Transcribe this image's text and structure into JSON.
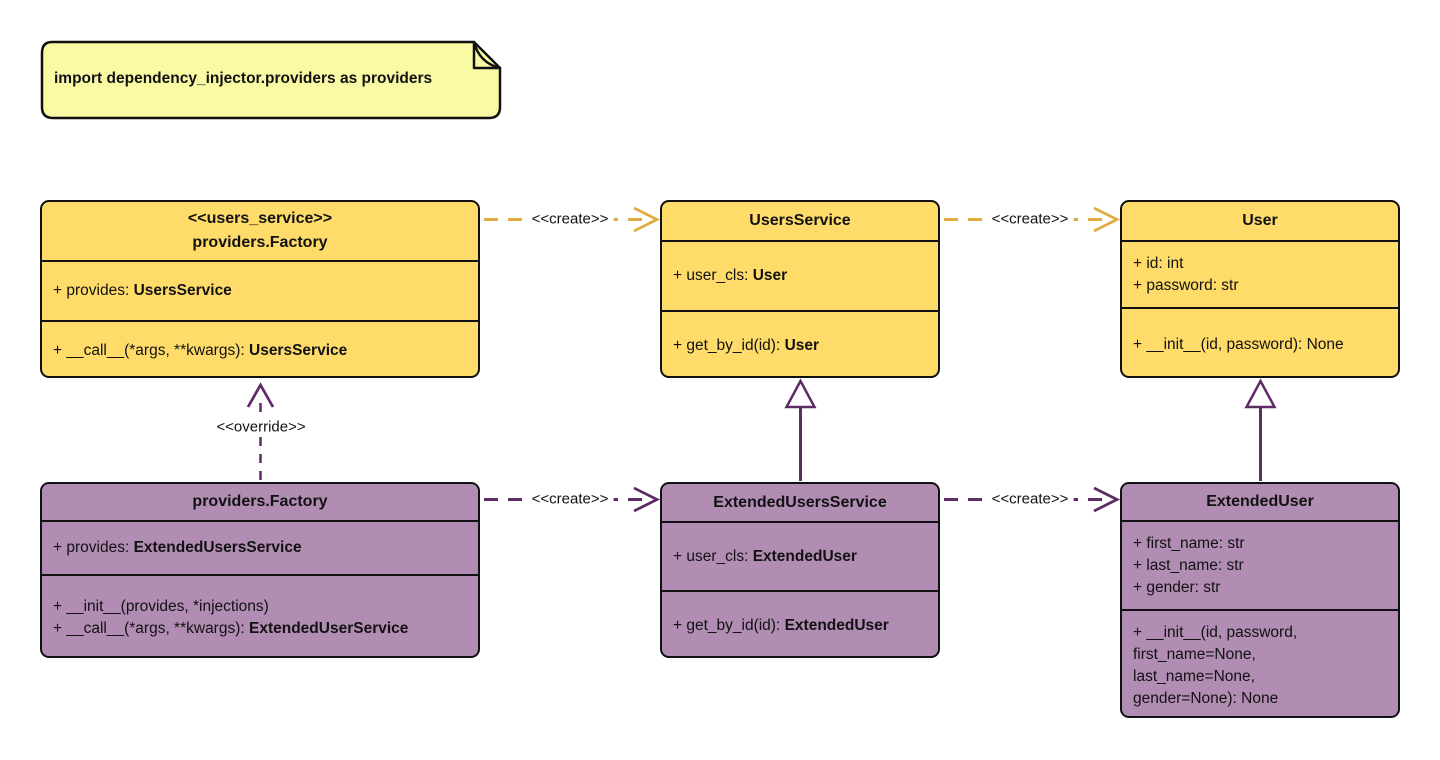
{
  "note": {
    "text": "import dependency_injector.providers as providers"
  },
  "colors": {
    "yellow_fill": "#FFDB69",
    "purple_fill": "#B18CB3",
    "note_fill": "#FAFAA5",
    "yellow_arrow": "#E0AC42",
    "purple_arrow": "#5E2B66"
  },
  "classes": [
    {
      "stereotype": "<<users_service>>",
      "name": "providers.Factory",
      "attributes": [
        {
          "text": "+ provides: ",
          "bold": "UsersService"
        }
      ],
      "methods": [
        {
          "text": "+ __call__(*args, **kwargs): ",
          "bold": "UsersService"
        }
      ]
    },
    {
      "name": "UsersService",
      "attributes": [
        {
          "text": "+ user_cls: ",
          "bold": "User"
        }
      ],
      "methods": [
        {
          "text": "+ get_by_id(id): ",
          "bold": "User"
        }
      ]
    },
    {
      "name": "User",
      "attributes": [
        {
          "text": "+ id: int",
          "bold": ""
        },
        {
          "text": "+ password: str",
          "bold": ""
        }
      ],
      "methods": [
        {
          "text": "+ __init__(id, password): None",
          "bold": ""
        }
      ]
    },
    {
      "name": "providers.Factory",
      "attributes": [
        {
          "text": "+ provides: ",
          "bold": "ExtendedUsersService"
        }
      ],
      "methods": [
        {
          "text": "+ __init__(provides, *injections)",
          "bold": ""
        },
        {
          "text": "+ __call__(*args, **kwargs): ",
          "bold": "ExtendedUserService"
        }
      ]
    },
    {
      "name": "ExtendedUsersService",
      "attributes": [
        {
          "text": "+ user_cls: ",
          "bold": "ExtendedUser"
        }
      ],
      "methods": [
        {
          "text": "+ get_by_id(id): ",
          "bold": "ExtendedUser"
        }
      ]
    },
    {
      "name": "ExtendedUser",
      "attributes": [
        {
          "text": "+ first_name: str",
          "bold": ""
        },
        {
          "text": "+ last_name: str",
          "bold": ""
        },
        {
          "text": "+ gender: str",
          "bold": ""
        }
      ],
      "methods": [
        {
          "text": "+ __init__(id, password,",
          "bold": ""
        },
        {
          "text": "first_name=None,",
          "bold": ""
        },
        {
          "text": "last_name=None,",
          "bold": ""
        },
        {
          "text": "gender=None): None",
          "bold": ""
        }
      ]
    }
  ],
  "edges": {
    "create_label": "<<create>>",
    "override_label": "<<override>>",
    "relations": [
      {
        "from": "providers.Factory <<users_service>>",
        "to": "UsersService",
        "type": "create"
      },
      {
        "from": "UsersService",
        "to": "User",
        "type": "create"
      },
      {
        "from": "providers.Factory",
        "to": "ExtendedUsersService",
        "type": "create"
      },
      {
        "from": "ExtendedUsersService",
        "to": "ExtendedUser",
        "type": "create"
      },
      {
        "from": "providers.Factory",
        "to": "providers.Factory <<users_service>>",
        "type": "override"
      },
      {
        "from": "ExtendedUsersService",
        "to": "UsersService",
        "type": "inheritance"
      },
      {
        "from": "ExtendedUser",
        "to": "User",
        "type": "inheritance"
      }
    ]
  }
}
